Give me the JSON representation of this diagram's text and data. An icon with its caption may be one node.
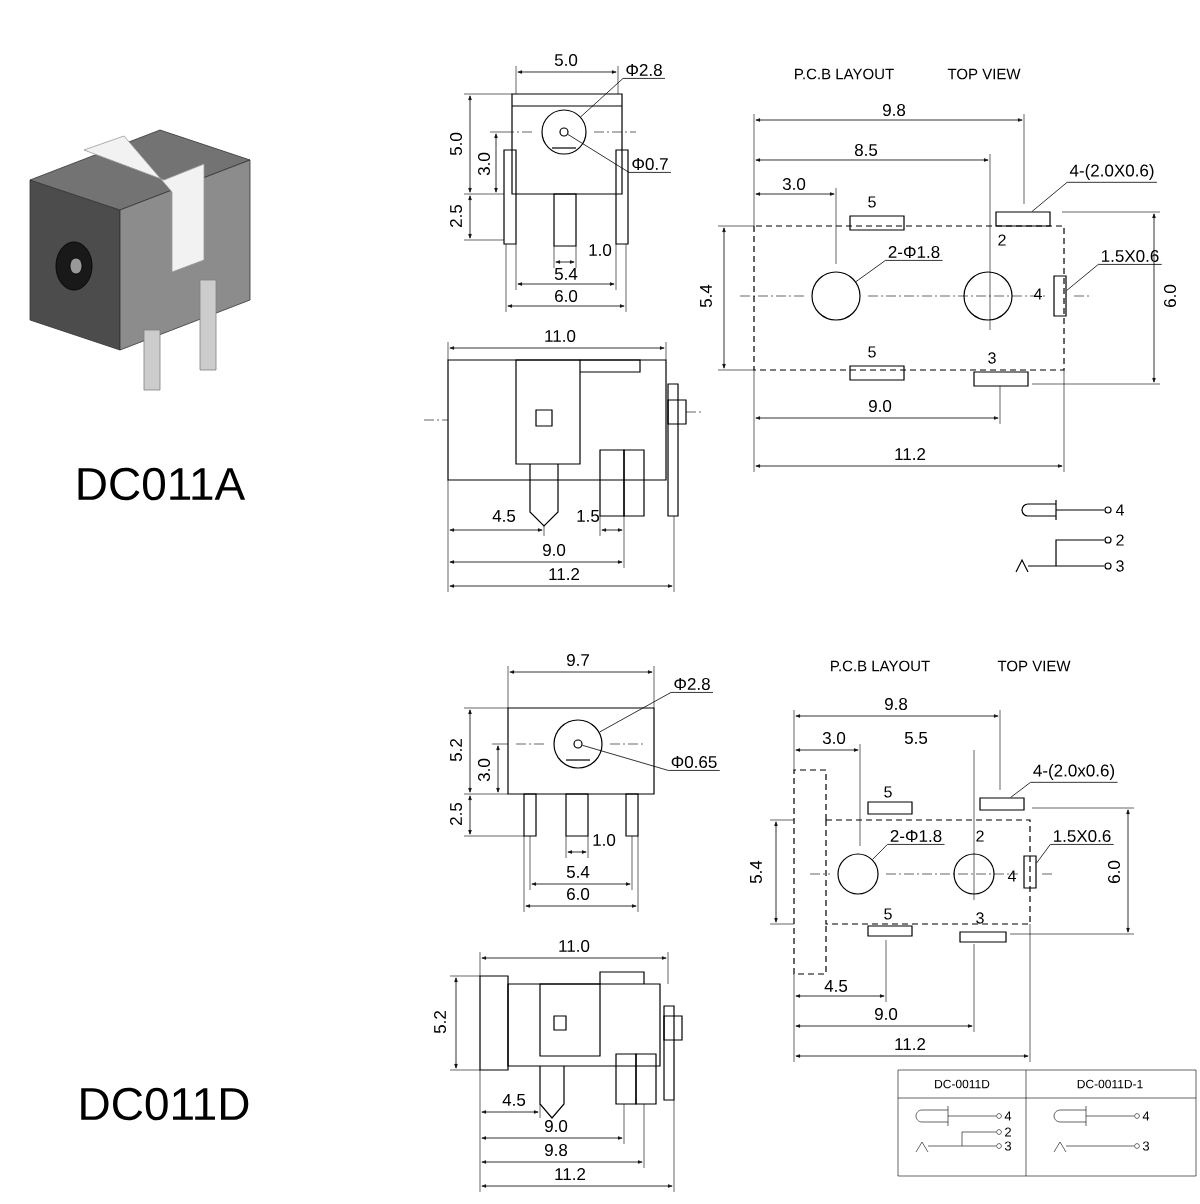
{
  "diagram": {
    "nodes": [
      {
        "text": [
          "Φ2.8"
        ]
      },
      {
        "text": [
          "Φ0.7"
        ]
      },
      {
        "text": [
          "4-(2.0X0.6)"
        ]
      },
      {
        "text": [
          "2-Φ1.8"
        ]
      },
      {
        "text": [
          "1.5X0.6"
        ]
      },
      {
        "text": [
          "Φ2.8"
        ]
      },
      {
        "text": [
          "Φ0.65"
        ]
      },
      {
        "text": [
          "4-(2.0x0.6)"
        ]
      },
      {
        "text": [
          "2-Φ1.8"
        ]
      },
      {
        "text": [
          "1.5X0.6"
        ]
      },
      {
        "text": [],
        "shape": "circle"
      },
      {
        "text": [],
        "shape": "circle",
        "in": 10
      },
      {
        "text": [],
        "shape": "box",
        "beside": [
          "2"
        ]
      },
      {
        "text": [],
        "shape": "circle"
      },
      {
        "text": [],
        "shape": "box",
        "beside": [
          "4"
        ]
      },
      {
        "text": [],
        "shape": "circle"
      },
      {
        "text": [],
        "shape": "circle",
        "in": 15
      },
      {
        "text": [],
        "shape": "box",
        "beside": [
          "2"
        ]
      },
      {
        "text": [],
        "shape": "circle"
      },
      {
        "text": [],
        "shape": "box",
        "beside": [
          "4"
        ]
      }
    ],
    "edges": [
      {
        "from": 0,
        "to": 10,
        "arrow": "none"
      },
      {
        "from": 1,
        "to": 11,
        "arrow": "none"
      },
      {
        "from": 2,
        "to": 12,
        "arrow": "none"
      },
      {
        "from": 3,
        "to": 13,
        "arrow": "none"
      },
      {
        "from": 4,
        "to": 14,
        "arrow": "none"
      },
      {
        "from": 5,
        "to": 15,
        "arrow": "none"
      },
      {
        "from": 6,
        "to": 16,
        "arrow": "none"
      },
      {
        "from": 7,
        "to": 17,
        "arrow": "none"
      },
      {
        "from": 8,
        "to": 18,
        "arrow": "none"
      },
      {
        "from": 9,
        "to": 19,
        "arrow": "none"
      }
    ],
    "labels": [
      "5.0",
      "5.0",
      "3.0",
      "2.5",
      "1.0",
      "5.4",
      "6.0",
      "11.0",
      "4.5",
      "1.5",
      "9.0",
      "11.2",
      "DC011A",
      "P.C.B LAYOUT",
      "TOP VIEW",
      "9.8",
      "8.5",
      "3.0",
      "5",
      "5.4",
      "6.0",
      "5",
      "3",
      "9.0",
      "11.2",
      "4",
      "2",
      "3",
      "9.7",
      "5.2",
      "3.0",
      "2.5",
      "1.0",
      "5.4",
      "6.0",
      "11.0",
      "5.2",
      "4.5",
      "9.0",
      "9.8",
      "11.2",
      "DC011D",
      "P.C.B LAYOUT",
      "TOP VIEW",
      "9.8",
      "3.0",
      "5.5",
      "5",
      "5.4",
      "6.0",
      "5",
      "3",
      "4.5",
      "9.0",
      "11.2",
      "DC-0011D",
      "DC-0011D-1",
      "4",
      "2",
      "3",
      "4",
      "3"
    ]
  }
}
